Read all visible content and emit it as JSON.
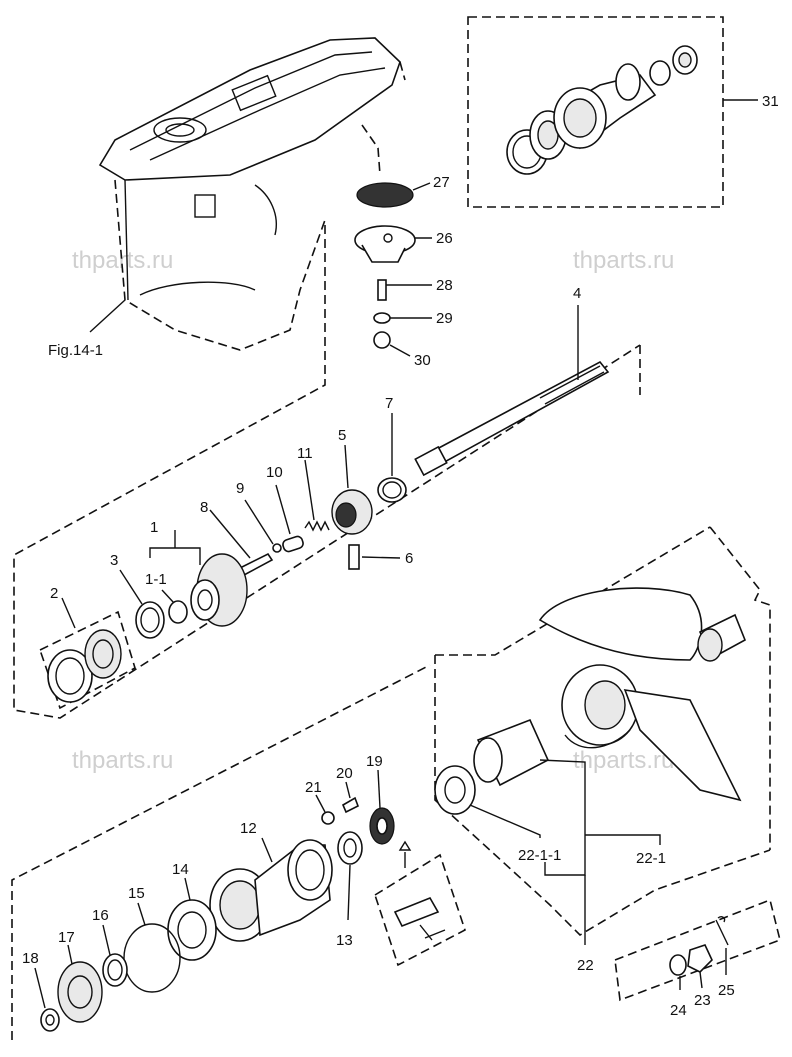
{
  "watermarks": [
    "thparts.ru",
    "thparts.ru",
    "thparts.ru",
    "thparts.ru"
  ],
  "fig_ref": "Fig.14-1",
  "callouts": {
    "p1": "1",
    "p1_1": "1-1",
    "p2": "2",
    "p3": "3",
    "p4": "4",
    "p5": "5",
    "p6": "6",
    "p7": "7",
    "p8": "8",
    "p9": "9",
    "p10": "10",
    "p11": "11",
    "p12": "12",
    "p13": "13",
    "p14": "14",
    "p15": "15",
    "p16": "16",
    "p17": "17",
    "p18": "18",
    "p19": "19",
    "p20": "20",
    "p21": "21",
    "p22": "22",
    "p22_1": "22-1",
    "p22_1_1": "22-1-1",
    "p23": "23",
    "p24": "24",
    "p25": "25",
    "p26": "26",
    "p27": "27",
    "p28": "28",
    "p29": "29",
    "p30": "30",
    "p31": "31"
  }
}
